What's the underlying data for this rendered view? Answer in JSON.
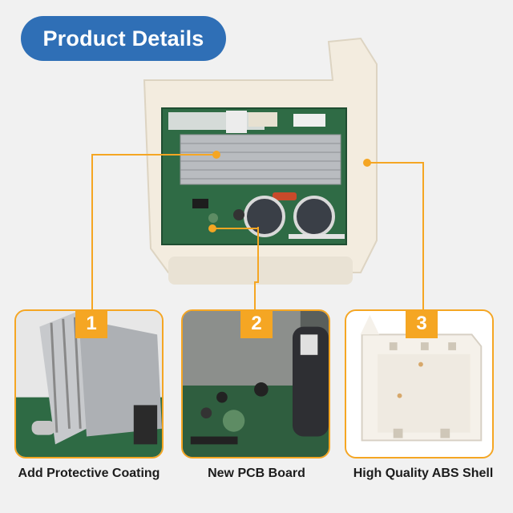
{
  "banner": {
    "title": "Product Details"
  },
  "colors": {
    "banner": "#2f6fb6",
    "accent": "#f5a623",
    "pcb": "#2f6b45",
    "shell": "#f3ecdf"
  },
  "features": [
    {
      "number": "1",
      "label": "Add Protective Coating"
    },
    {
      "number": "2",
      "label": "New PCB Board"
    },
    {
      "number": "3",
      "label": "High Quality ABS Shell"
    }
  ]
}
